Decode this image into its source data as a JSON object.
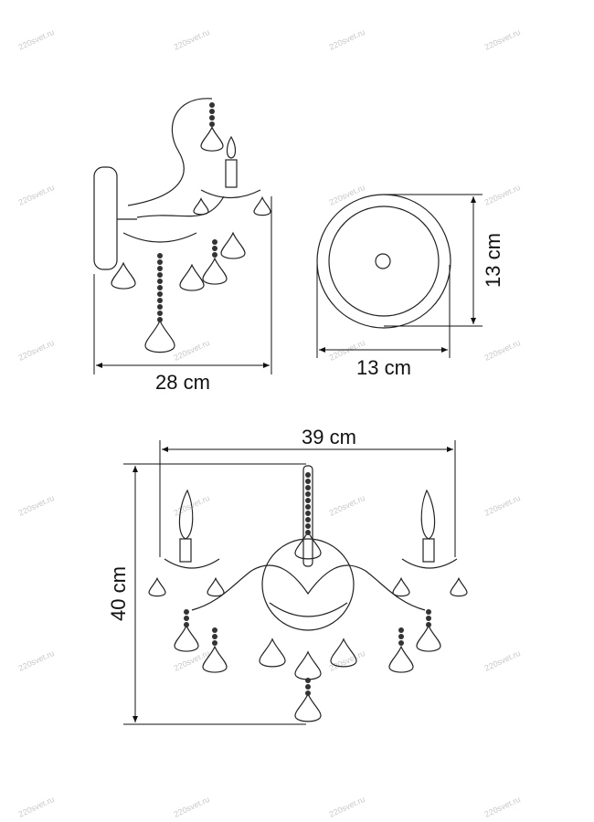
{
  "watermark": "220svet.ru",
  "side_view": {
    "width_label": "28 cm"
  },
  "wall_plate": {
    "width_label": "13 cm",
    "height_label": "13 cm"
  },
  "front_view": {
    "width_label": "39 cm",
    "height_label": "40 cm"
  }
}
